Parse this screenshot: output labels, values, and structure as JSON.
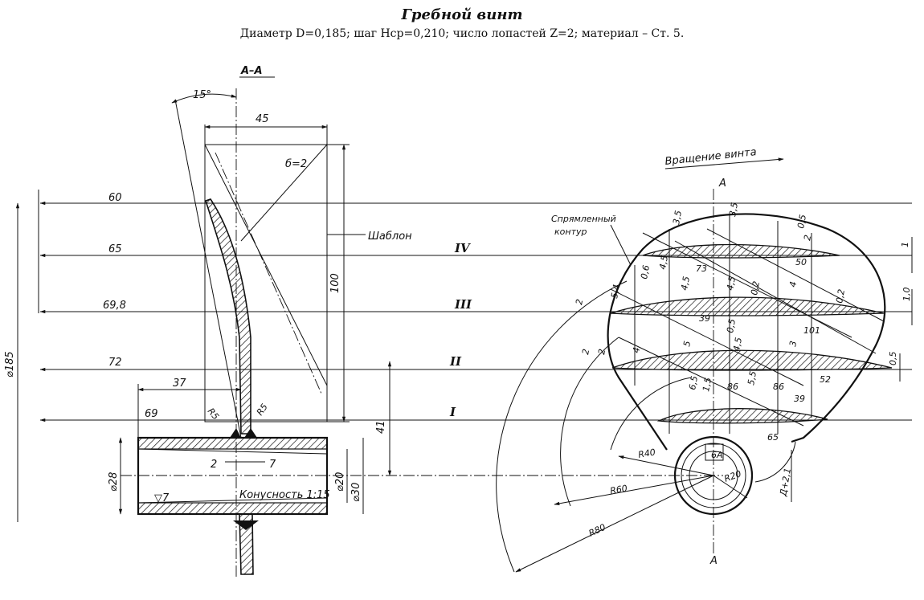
{
  "header": {
    "title": "Гребной винт",
    "subtitle": "Диаметр D=0,185; шаг Hср=0,210; число лопастей Z=2; материал – Ст. 5."
  },
  "section": {
    "label": "А–А",
    "angle": "15°",
    "template_width": "45",
    "template_thickness": "б=2",
    "template_label": "Шаблон",
    "template_height": "100",
    "radius_dims": [
      "60",
      "65",
      "69,8",
      "72"
    ],
    "hub_dims": {
      "d185": "⌀185",
      "l37": "37",
      "l69": "69",
      "r5_left": "R5",
      "r5_right": "R5",
      "d2": "2",
      "d7": "7",
      "h41": "41",
      "d28": "⌀28",
      "d20": "⌀20",
      "d30": "⌀30",
      "roughness": "▽7",
      "taper": "Конусность 1:15"
    }
  },
  "sections": [
    "IV",
    "III",
    "II",
    "I"
  ],
  "blade": {
    "rotation": "Вращение винта",
    "straight_contour": "Спрямленный\nконтур",
    "section_marker_top": "А",
    "section_marker_bottom": "А",
    "dims": [
      "3,5",
      "3,5",
      "0,5",
      "1",
      "2",
      "73",
      "50",
      "0,6",
      "4,5",
      "4,5",
      "4,5",
      "0,2",
      "4",
      "0,2",
      "1,0",
      "2",
      "5,4",
      "39",
      "0,5",
      "101",
      "2",
      "4,5",
      "3",
      "5",
      "2",
      "4",
      "0,5",
      "6,5",
      "1,5",
      "5,5",
      "86",
      "86",
      "52",
      "39",
      "65",
      "6A",
      "R40",
      "R20",
      "R60",
      "R80",
      "Д+2,1"
    ]
  }
}
